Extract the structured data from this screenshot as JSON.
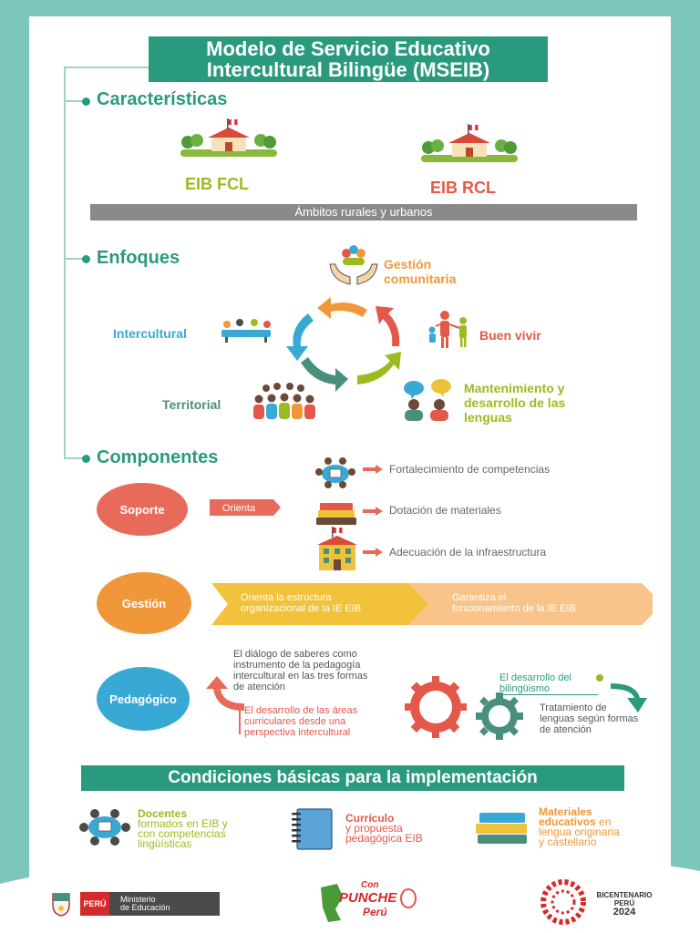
{
  "title": {
    "line1": "Modelo de Servicio Educativo",
    "line2": "Intercultural Bilingüe (MSEIB)"
  },
  "sections": {
    "caracteristicas": "Características",
    "enfoques": "Enfoques",
    "componentes": "Componentes"
  },
  "caracteristicas": {
    "eib_fcl": "EIB FCL",
    "eib_rcl": "EIB RCL",
    "ambitos": "Ámbitos rurales y urbanos"
  },
  "enfoques": {
    "gestion_1": "Gestión",
    "gestion_2": "comunitaria",
    "buen_vivir": "Buen vivir",
    "intercultural": "Intercultural",
    "territorial": "Territorial",
    "lenguas_1": "Mantenimiento y",
    "lenguas_2": "desarrollo de las",
    "lenguas_3": "lenguas"
  },
  "componentes": {
    "soporte": "Soporte",
    "orienta": "Orienta",
    "fortalecimiento": "Fortalecimiento de competencias",
    "dotacion": "Dotación de materiales",
    "adecuacion": "Adecuación de la infraestructura",
    "gestion": "Gestión",
    "orienta_estructura_1": "Orienta la estructura",
    "orienta_estructura_2": "organizacional de la IE EIB",
    "garantiza_1": "Garantiza el",
    "garantiza_2": "funcionamiento de la IE EIB",
    "pedagogico": "Pedagógico",
    "dialogo_1": "El diálogo de saberes como",
    "dialogo_2": "instrumento de la pedagogía",
    "dialogo_3": "intercultural en las tres formas",
    "dialogo_4": "de atención",
    "areas_1": "El desarrollo de las áreas",
    "areas_2": "curriculares desde una",
    "areas_3": "perspectiva intercultural",
    "bilinguismo_1": "El desarrollo del",
    "bilinguismo_2": "bilingüismo",
    "tratamiento_1": "Tratamiento de",
    "tratamiento_2": "lenguas según formas",
    "tratamiento_3": "de atención"
  },
  "condiciones": {
    "title": "Condiciones básicas para la implementación",
    "docentes_b": "Docentes",
    "docentes_1": "formados en EIB y",
    "docentes_2": "con competencias",
    "docentes_3": "lingüísticas",
    "curriculo_b": "Currículo",
    "curriculo_1": "y propuesta",
    "curriculo_2": "pedagógica EIB",
    "materiales_b1": "Materiales",
    "materiales_b2": "educativos",
    "materiales_en": "en",
    "materiales_1": "lengua originaria",
    "materiales_2": "y castellano"
  },
  "footer": {
    "peru": "PERÚ",
    "ministerio_1": "Ministerio",
    "ministerio_2": "de Educación",
    "con": "Con",
    "punche": "PUNCHE",
    "peru_script": "Perú",
    "bicentenario": "BICENTENARIO",
    "peru_b": "PERÚ",
    "year": "2024"
  },
  "colors": {
    "teal": "#2a9a7e",
    "green": "#9bbb1f",
    "red": "#e4584a",
    "orange": "#f0973a",
    "blue": "#38a9d4",
    "grey": "#8a8a8a",
    "bg": "#7cc6bb"
  }
}
